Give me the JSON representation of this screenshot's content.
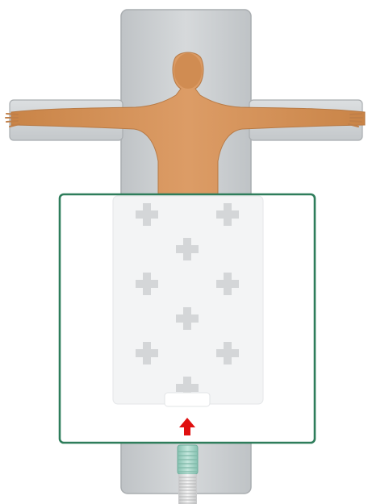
{
  "diagram": {
    "colors": {
      "background": "#ffffff",
      "table": "#cfd2d4",
      "table_edge": "#a9adb0",
      "arm_board": "#d3d6d8",
      "skin": "#d7955e",
      "skin_shadow": "#b9763f",
      "drape_border": "#2e7d5b",
      "drape_fill": "#ffffff",
      "pad": "#f1f2f3",
      "cross_mark": "#d4d6d8",
      "arrow": "#e01010",
      "hose": "#9fd0c2",
      "hose_rib": "#7fb8a8",
      "tube": "#d9dadb"
    },
    "figure": "supine-patient-arms-outstretched",
    "pad_markers": {
      "columns": 3,
      "rows": 6
    },
    "arrow_direction": "up",
    "icons": [
      "arrow-up-icon",
      "hose-connector-icon"
    ]
  }
}
